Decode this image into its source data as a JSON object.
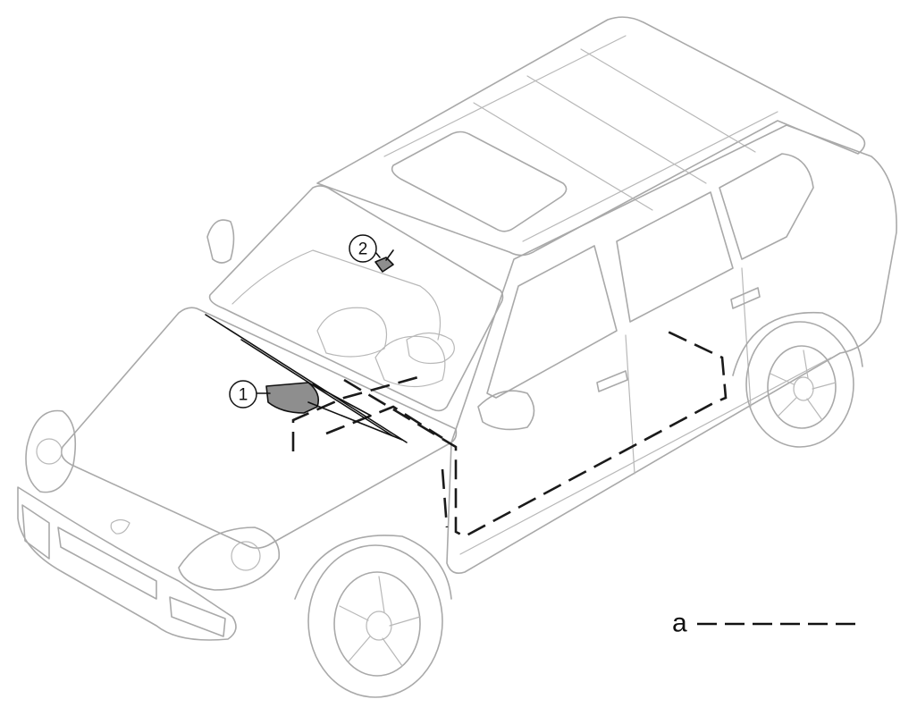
{
  "callouts": [
    {
      "id": "1",
      "label": "1"
    },
    {
      "id": "2",
      "label": "2"
    }
  ],
  "legend": {
    "label": "a"
  },
  "colors": {
    "outline": "#a9a9a9",
    "wire": "#1a1a1a",
    "component": "#8e8e8e"
  }
}
